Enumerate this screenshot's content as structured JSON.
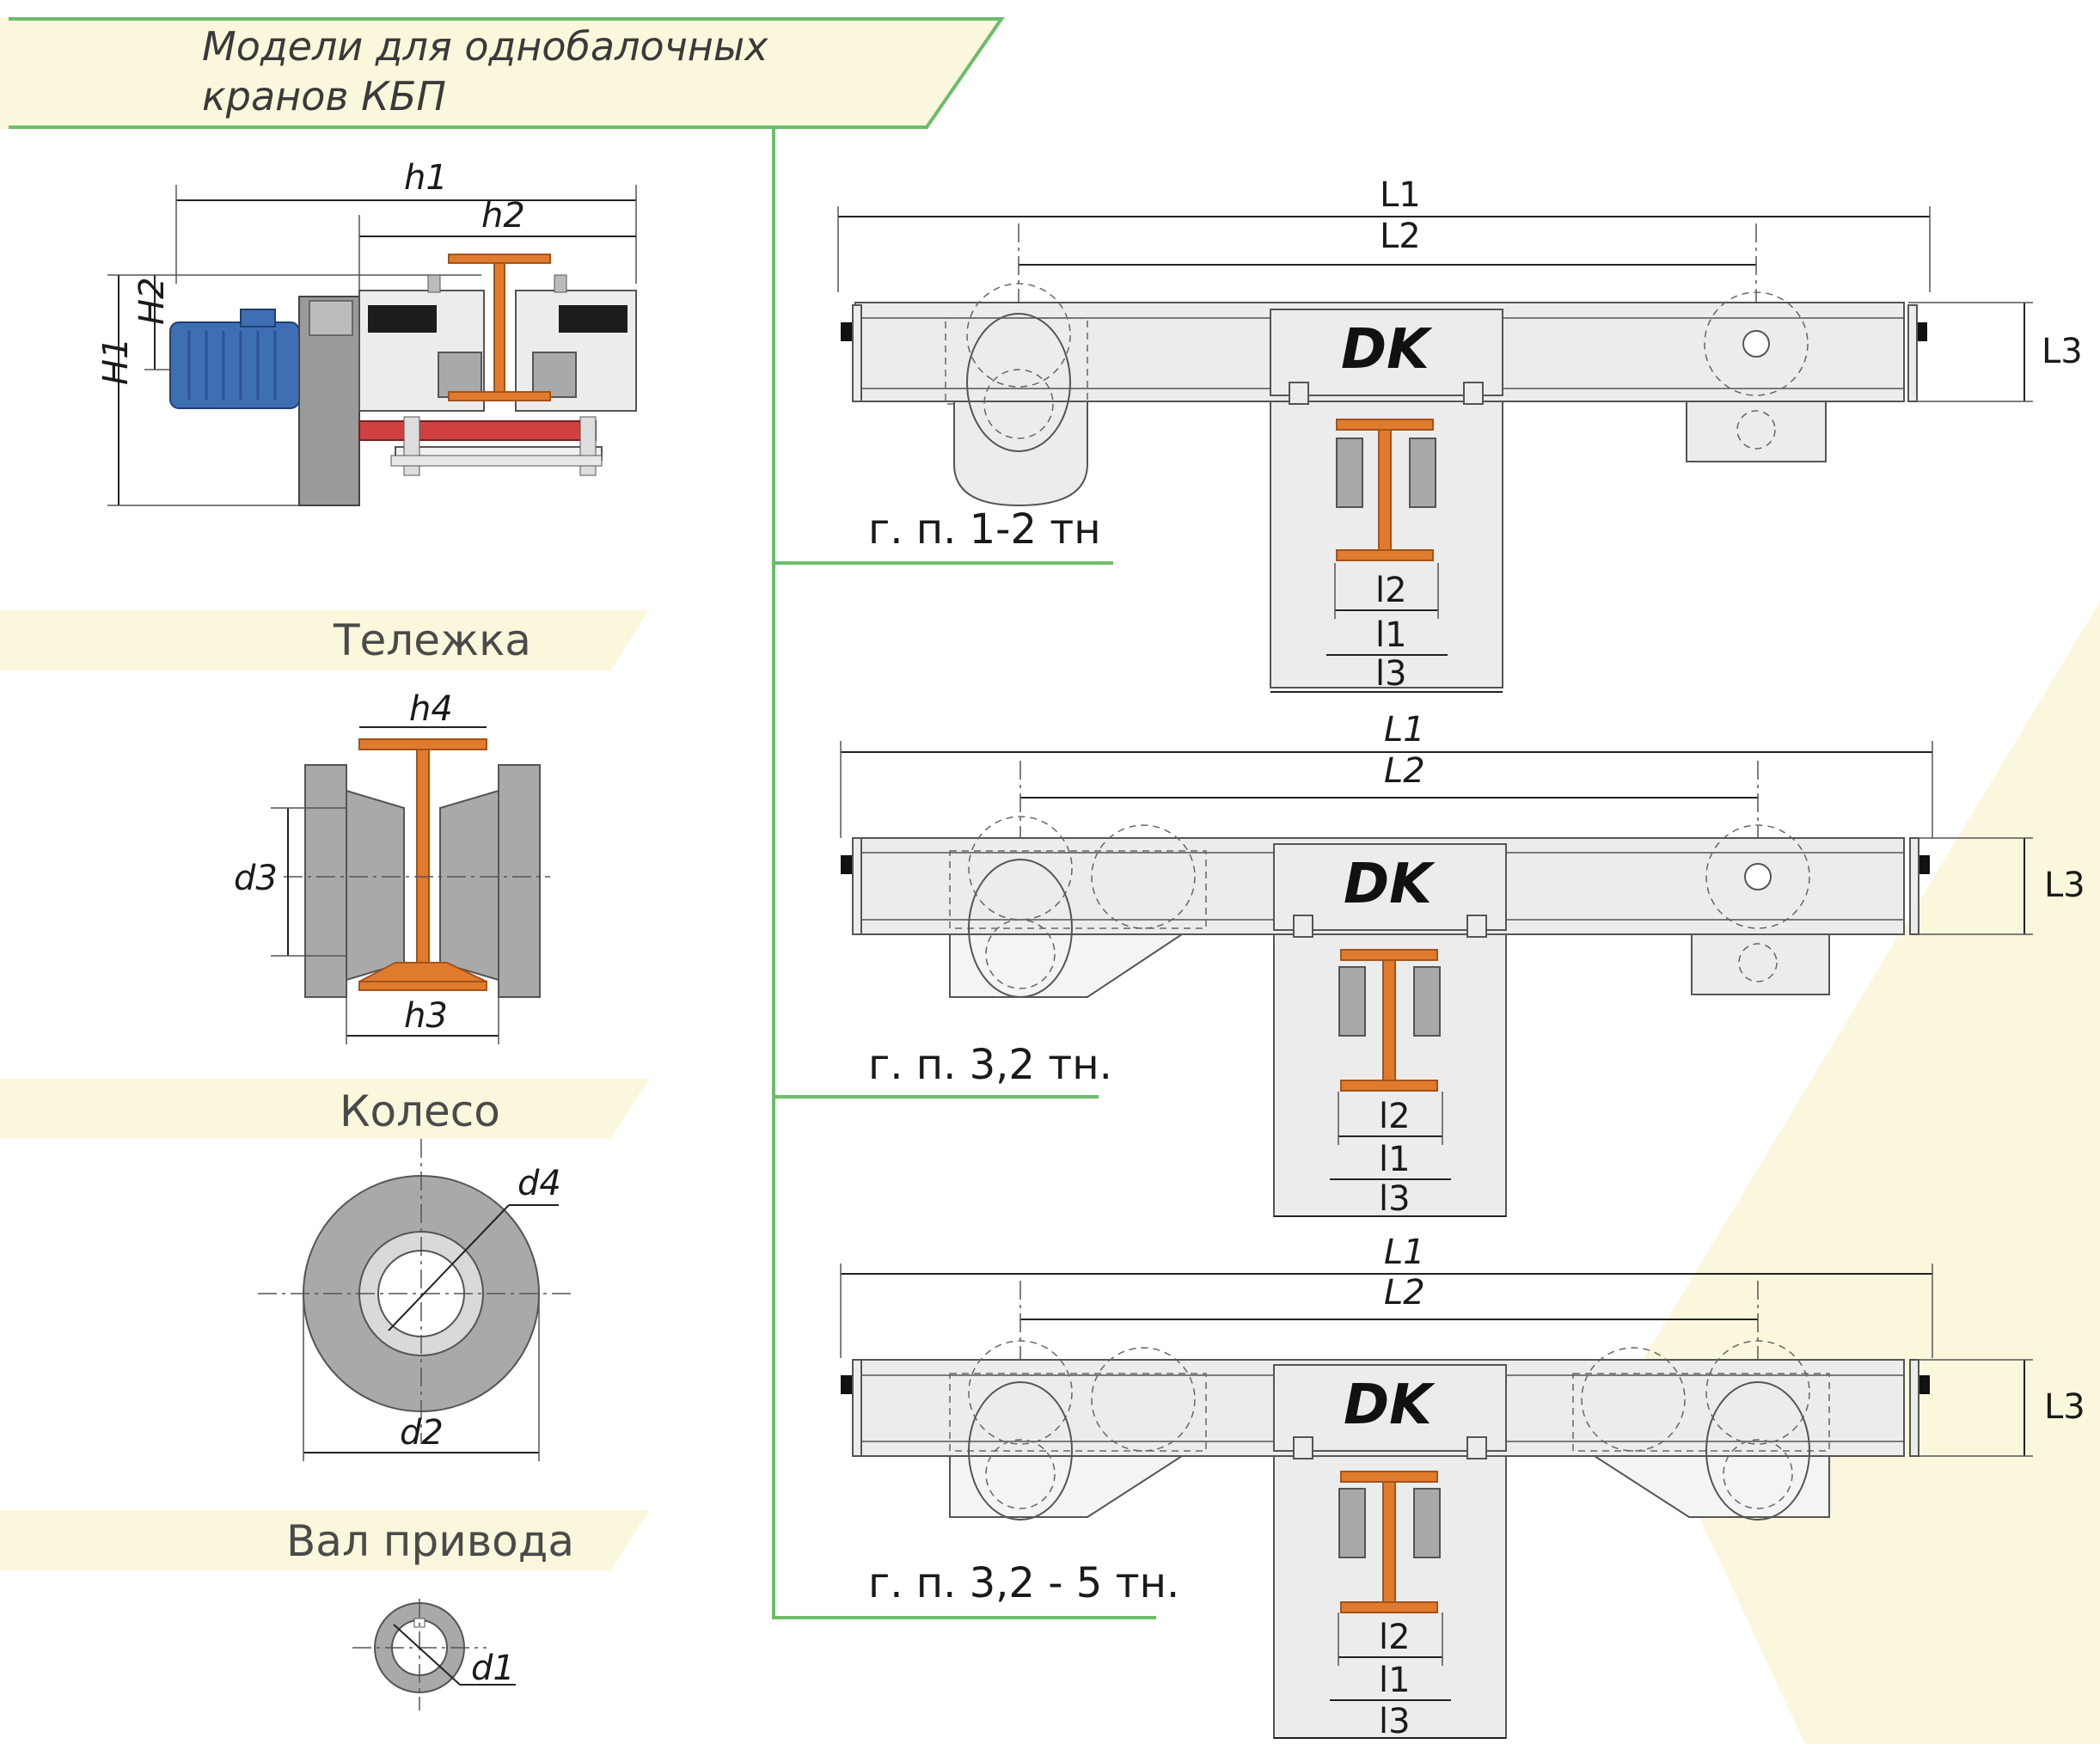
{
  "header": {
    "line1": "Модели для однобалочных",
    "line2": "кранов КБП"
  },
  "sections": {
    "trolley": "Тележка",
    "wheel": "Колесо",
    "shaft": "Вал привода"
  },
  "dims": {
    "h1": "h1",
    "h2": "h2",
    "H1": "H1",
    "H2": "H2",
    "h3": "h3",
    "h4": "h4",
    "d3": "d3",
    "d4": "d4",
    "d2": "d2",
    "d1": "d1",
    "L1": "L1",
    "L2": "L2",
    "L3": "L3",
    "l1": "l1",
    "l2": "l2",
    "l3": "l3"
  },
  "logo": "DK",
  "variants": [
    {
      "caption": "г. п. 1-2 тн"
    },
    {
      "caption": "г. п. 3,2 тн."
    },
    {
      "caption": "г. п. 3,2 - 5 тн."
    }
  ],
  "colors": {
    "accent_band": "#fbf7dc",
    "green_line": "#6cbd6a",
    "beam_orange": "#e07b2e",
    "motor_blue": "#3f6fb3"
  }
}
